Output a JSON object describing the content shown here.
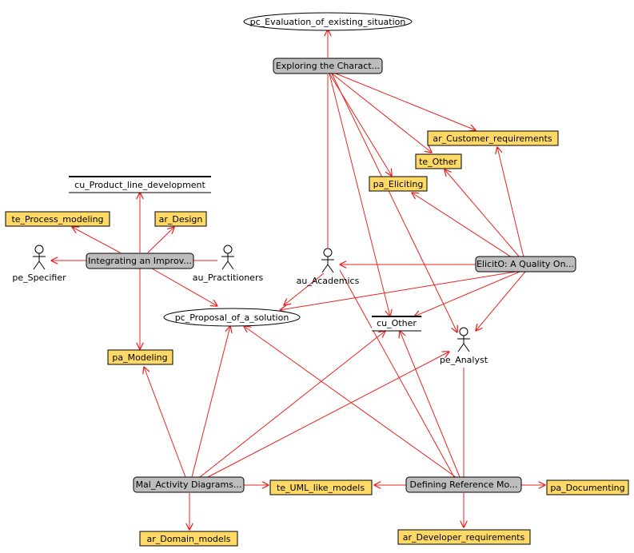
{
  "colors": {
    "edge": "#e8231f",
    "yellow_fill": "#ffd966",
    "gray_fill": "#bdbdbd",
    "ellipse_fill": "#ffffff",
    "border": "#000000"
  },
  "nodes": {
    "pc_eval": "pc_Evaluation_of_existing_situation",
    "exploring": "Exploring the Charact...",
    "ar_customer": "ar_Customer_requirements",
    "te_other": "te_Other",
    "pa_eliciting": "pa_Eliciting",
    "cu_product_line": "cu_Product_line_development",
    "te_process": "te_Process_modeling",
    "ar_design": "ar_Design",
    "integrating": "Integrating an Improv...",
    "pe_specifier": "pe_Specifier",
    "au_practitioners": "au_Practitioners",
    "au_academics": "au_Academics",
    "elicito": "ElicitO: A Quality On...",
    "pc_proposal": "pc_Proposal_of_a_solution",
    "cu_other": "cu_Other",
    "pe_analyst": "pe_Analyst",
    "pa_modeling": "pa_Modeling",
    "mal_activity": "Mal_Activity Diagrams...",
    "te_uml": "te_UML_like_models",
    "defining": "Defining Reference Mo...",
    "pa_documenting": "pa_Documenting",
    "ar_domain": "ar_Domain_models",
    "ar_developer": "ar_Developer_requirements"
  }
}
